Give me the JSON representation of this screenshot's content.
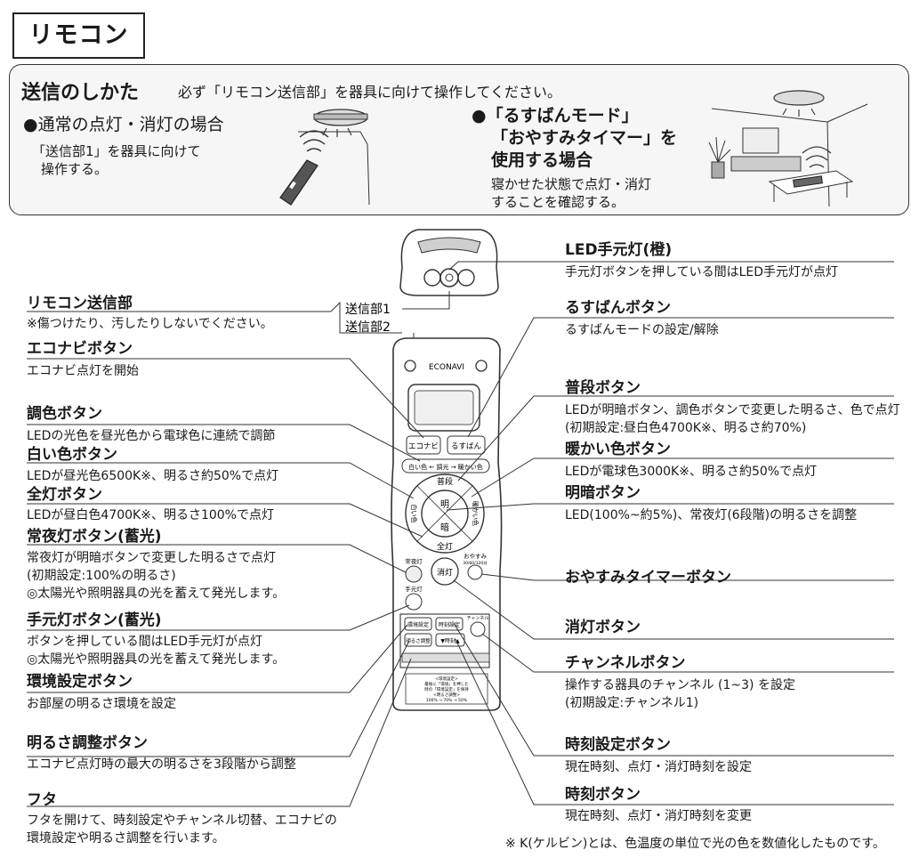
{
  "page_title": "リモコン",
  "send": {
    "heading": "送信のしかた",
    "instruction": "必ず「リモコン送信部」を器具に向けて操作してください。",
    "normal": {
      "title": "●通常の点灯・消灯の場合",
      "body_line1": "「送信部1」を器具に向けて",
      "body_line2": "操作する。"
    },
    "rusuban": {
      "title_line1": "●「るすばんモード」",
      "title_line2": "「おやすみタイマー」を",
      "title_line3": "使用する場合",
      "body_line1": "寝かせた状態で点灯・消灯",
      "body_line2": "することを確認する。"
    }
  },
  "tx_labels": {
    "t1": "送信部1",
    "t2": "送信部2"
  },
  "left_items": [
    {
      "title": "リモコン送信部",
      "desc1": "※傷つけたり、汚したりしないでください。"
    },
    {
      "title": "エコナビボタン",
      "desc1": "エコナビ点灯を開始"
    },
    {
      "title": "調色ボタン",
      "desc1": "LEDの光色を昼光色から電球色に連続で調節"
    },
    {
      "title": "白い色ボタン",
      "desc1": "LEDが昼光色6500K※、明るさ約50%で点灯"
    },
    {
      "title": "全灯ボタン",
      "desc1": "LEDが昼白色4700K※、明るさ100%で点灯"
    },
    {
      "title": "常夜灯ボタン(蓄光)",
      "desc1": "常夜灯が明暗ボタンで変更した明るさで点灯",
      "desc2": "(初期設定:100%の明るさ)",
      "desc3": "◎太陽光や照明器具の光を蓄えて発光します。"
    },
    {
      "title": "手元灯ボタン(蓄光)",
      "desc1": "ボタンを押している間はLED手元灯が点灯",
      "desc2": "◎太陽光や照明器具の光を蓄えて発光します。"
    },
    {
      "title": "環境設定ボタン",
      "desc1": "お部屋の明るさ環境を設定"
    },
    {
      "title": "明るさ調整ボタン",
      "desc1": "エコナビ点灯時の最大の明るさを3段階から調整"
    },
    {
      "title": "フタ",
      "desc1": "フタを開けて、時刻設定やチャンネル切替、エコナビの",
      "desc2": "環境設定や明るさ調整を行います。"
    }
  ],
  "right_items": [
    {
      "title": "LED手元灯(橙)",
      "desc1": "手元灯ボタンを押している間はLED手元灯が点灯"
    },
    {
      "title": "るすばんボタン",
      "desc1": "るすばんモードの設定/解除"
    },
    {
      "title": "普段ボタン",
      "desc1": "LEDが明暗ボタン、調色ボタンで変更した明るさ、色で点灯",
      "desc2": "(初期設定:昼白色4700K※、明るさ約70%)"
    },
    {
      "title": "暖かい色ボタン",
      "desc1": "LEDが電球色3000K※、明るさ約50%で点灯"
    },
    {
      "title": "明暗ボタン",
      "desc1": "LED(100%~約5%)、常夜灯(6段階)の明るさを調整"
    },
    {
      "title": "おやすみタイマーボタン"
    },
    {
      "title": "消灯ボタン"
    },
    {
      "title": "チャンネルボタン",
      "desc1": "操作する器具のチャンネル (1~3) を設定",
      "desc2": "(初期設定:チャンネル1)"
    },
    {
      "title": "時刻設定ボタン",
      "desc1": "現在時刻、点灯・消灯時刻を設定"
    },
    {
      "title": "時刻ボタン",
      "desc1": "現在時刻、点灯・消灯時刻を変更"
    }
  ],
  "footnote": "※ K(ケルビン)とは、色温度の単位で光の色を数値化したものです。",
  "remote": {
    "brand": "ECONAVI",
    "btn_econavi": "エコナビ",
    "btn_rusuban": "るすばん",
    "dial_top": "白い色 ← 調光 → 暖かい色",
    "ring_top": "普段",
    "ring_bottom": "全灯",
    "ring_left": "白い色",
    "ring_right": "暖かい色",
    "center_top": "明",
    "center_bottom": "暗",
    "btn_joyato": "常夜灯",
    "btn_off": "消灯",
    "btn_oyasumi": "おやすみ",
    "btn_oyasumi_sub": "30/60/120分",
    "btn_temoto": "手元灯",
    "btn_kankyo": "環境設定",
    "btn_jikoku_settei": "時刻設定",
    "btn_channel": "チャンネル",
    "btn_akarusa": "明るさ調整",
    "btn_jikoku": "▼時刻▲",
    "lid_note1": "<環境設定>",
    "lid_note2": "最後に「環境」を押した",
    "lid_note3": "時の「環境設定」を保持",
    "lid_note4": "<明るさ調整>",
    "lid_note5": "100% → 70% → 50%"
  }
}
